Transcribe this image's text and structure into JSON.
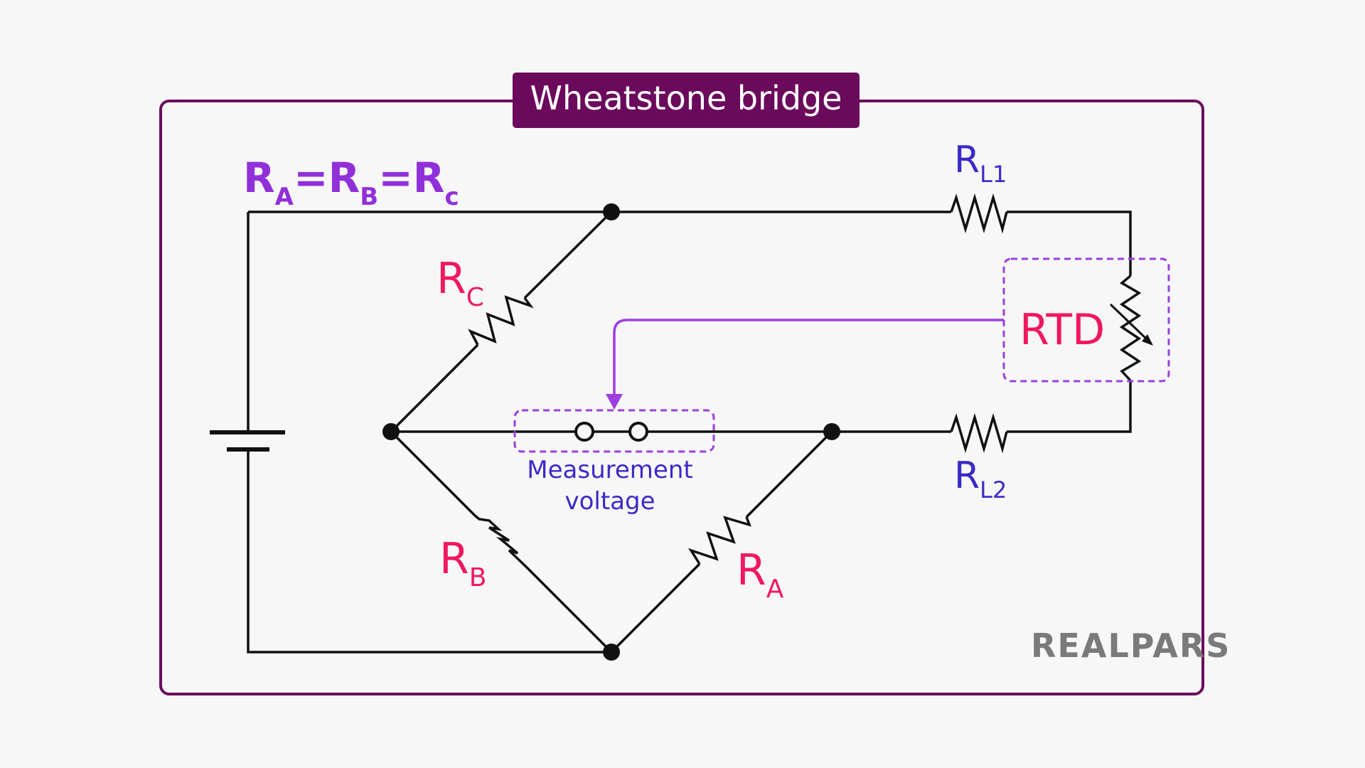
{
  "title": "Wheatstone bridge",
  "equation": {
    "parts": [
      {
        "main": "R",
        "sub": "A"
      },
      {
        "main": "=R",
        "sub": "B"
      },
      {
        "main": "=R",
        "sub": "c"
      }
    ]
  },
  "labels": {
    "rc": {
      "main": "R",
      "sub": "C"
    },
    "rb": {
      "main": "R",
      "sub": "B"
    },
    "ra": {
      "main": "R",
      "sub": "A"
    },
    "rl1": {
      "main": "R",
      "sub": "L1"
    },
    "rl2": {
      "main": "R",
      "sub": "L2"
    },
    "rtd": "RTD",
    "measurement_line1": "Measurement",
    "measurement_line2": "voltage"
  },
  "logo": "REALPARS",
  "colors": {
    "frame": "#6b0a5c",
    "title_bg": "#6b0a5c",
    "resistor_label": "#f0185e",
    "equation": "#9130d9",
    "lead_label": "#3a2ac8",
    "dashed_box": "#9c3ee0",
    "logo": "#7a7a7a"
  }
}
